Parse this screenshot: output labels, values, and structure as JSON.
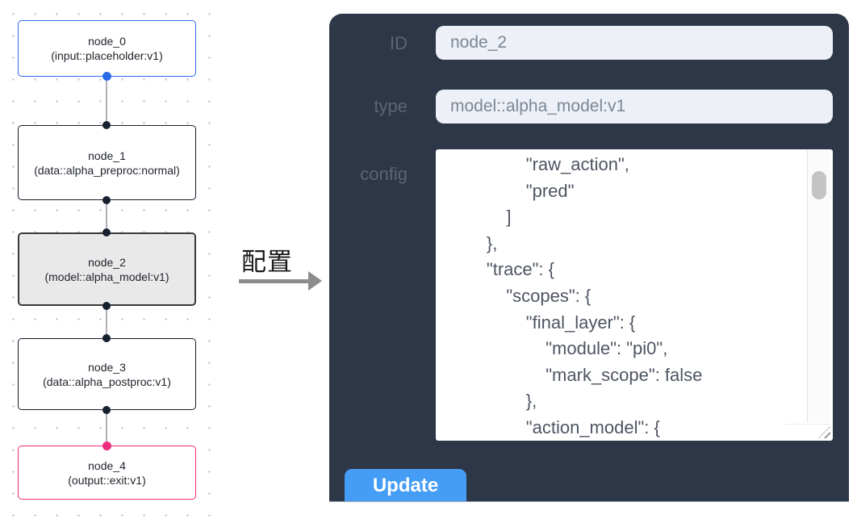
{
  "canvas": {
    "nodes": [
      {
        "title": "node_0",
        "subtitle": "(input::placeholder:v1)"
      },
      {
        "title": "node_1",
        "subtitle": "(data::alpha_preproc:normal)"
      },
      {
        "title": "node_2",
        "subtitle": "(model::alpha_model:v1)"
      },
      {
        "title": "node_3",
        "subtitle": "(data::alpha_postproc:v1)"
      },
      {
        "title": "node_4",
        "subtitle": "(output::exit:v1)"
      }
    ]
  },
  "annotation": {
    "label": "配置"
  },
  "config_panel": {
    "id_field": {
      "label": "ID",
      "value": "node_2"
    },
    "type_field": {
      "label": "type",
      "value": "model::alpha_model:v1"
    },
    "config_field": {
      "label": "config",
      "value": "                \"raw_action\",\n                \"pred\"\n            ]\n        },\n        \"trace\": {\n            \"scopes\": {\n                \"final_layer\": {\n                    \"module\": \"pi0\",\n                    \"mark_scope\": false\n                },\n                \"action_model\": {"
    },
    "update_button": {
      "label": "Update"
    }
  },
  "colors": {
    "panel_bg": "#2d3748",
    "input_bg": "#edf1f7",
    "button_bg": "#459df6",
    "input_node_accent": "#2a6ae8",
    "output_node_accent": "#ed2d7c",
    "selected_node_bg": "#e9e9e9",
    "edge": "#b1b1b7"
  }
}
